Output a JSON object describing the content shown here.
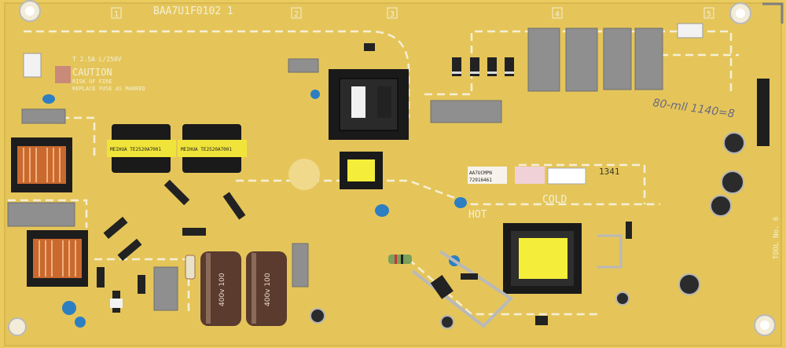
{
  "board": {
    "part_number": "BAA7U1F0102 1",
    "zone_numbers": [
      "1",
      "2",
      "3",
      "4",
      "5"
    ],
    "fuse_rating": "T 2.5A L/250V",
    "caution_title": "CAUTION",
    "caution_line1": "RISK OF FIRE",
    "caution_line2": "REPLACE FUSE AS MARKED",
    "hot_label": "HOT",
    "cold_label": "COLD",
    "date_code": "1341",
    "handwriting": "80-mll 1140=8",
    "transformer_label_1": "MEIHUA TE2520A7001",
    "transformer_label_2": "MEIHUA TE2520A7001",
    "cap_label_1": "400v 100",
    "cap_label_2": "400v 100",
    "sticker_1": "AA7UCMPN",
    "sticker_1_sub": "72916461",
    "tool_label": "TOOL No. 6"
  },
  "colors": {
    "pcb": "#e6c85a",
    "trace": "#f3ead0",
    "component_grey": "#8b8b8b",
    "capacitor_brown": "#5a3b2e",
    "ferrite_yellow": "#f4ee3a",
    "disc_cap_blue": "#2d7fc1"
  }
}
